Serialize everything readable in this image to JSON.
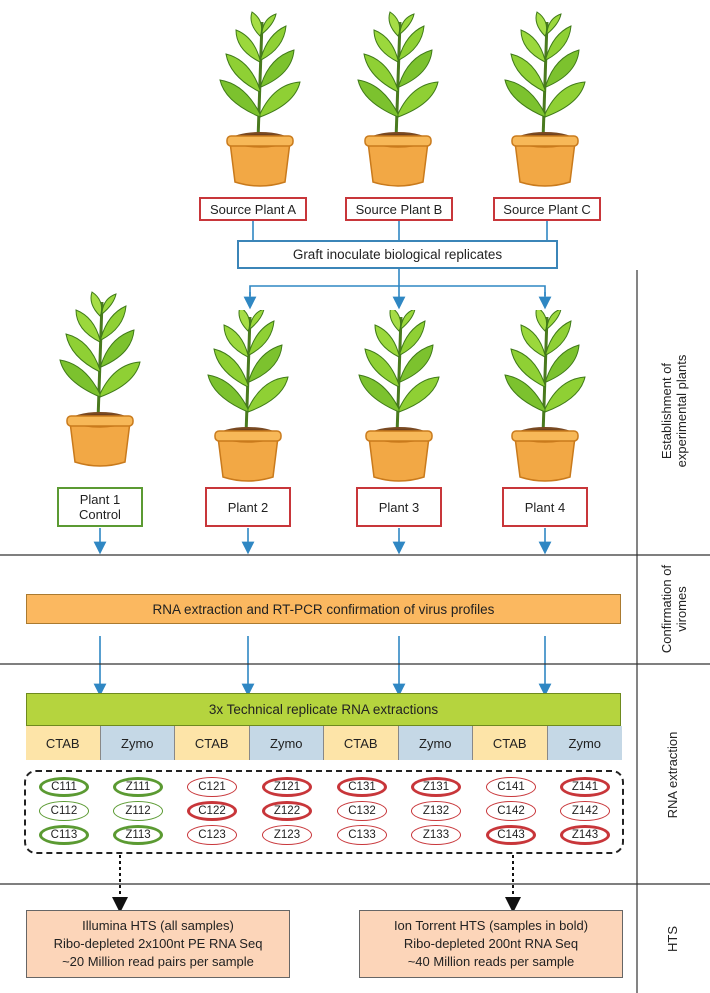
{
  "source_plants": [
    "Source Plant A",
    "Source Plant B",
    "Source Plant C"
  ],
  "graft_label": "Graft inoculate biological replicates",
  "experimental_plants": [
    {
      "line1": "Plant 1",
      "line2": "Control"
    },
    {
      "line1": "Plant 2",
      "line2": ""
    },
    {
      "line1": "Plant 3",
      "line2": ""
    },
    {
      "line1": "Plant 4",
      "line2": ""
    }
  ],
  "rna_confirm_label": "RNA extraction and RT-PCR confirmation of virus profiles",
  "technical_label": "3x Technical replicate RNA extractions",
  "methods": [
    "CTAB",
    "Zymo",
    "CTAB",
    "Zymo",
    "CTAB",
    "Zymo",
    "CTAB",
    "Zymo"
  ],
  "samples": [
    [
      "C111",
      "Z111",
      "C121",
      "Z121",
      "C131",
      "Z131",
      "C141",
      "Z141"
    ],
    [
      "C112",
      "Z112",
      "C122",
      "Z122",
      "C132",
      "Z132",
      "C142",
      "Z142"
    ],
    [
      "C113",
      "Z113",
      "C123",
      "Z123",
      "C133",
      "Z133",
      "C143",
      "Z143"
    ]
  ],
  "hts": {
    "illumina": {
      "line1": "Illumina HTS (all samples)",
      "line2": "Ribo-depleted 2x100nt PE RNA Seq",
      "line3": "~20 Million read pairs per sample"
    },
    "ion": {
      "line1": "Ion Torrent  HTS (samples in bold)",
      "line2": "Ribo-depleted 200nt RNA Seq",
      "line3": "~40 Million reads per sample"
    }
  },
  "stages": {
    "s1": {
      "line1": "Establishment of",
      "line2": "experimental plants"
    },
    "s2": {
      "line1": "Confirmation of",
      "line2": "viromes"
    },
    "s3": {
      "line1": "RNA extraction",
      "line2": ""
    },
    "s4": {
      "line1": "HTS",
      "line2": ""
    }
  },
  "colors": {
    "red": "#c8363a",
    "green": "#5b9a32",
    "blue": "#3b85b8",
    "orange": "#fbb860",
    "lime": "#b5d43e",
    "peach": "#fcd5b9"
  }
}
